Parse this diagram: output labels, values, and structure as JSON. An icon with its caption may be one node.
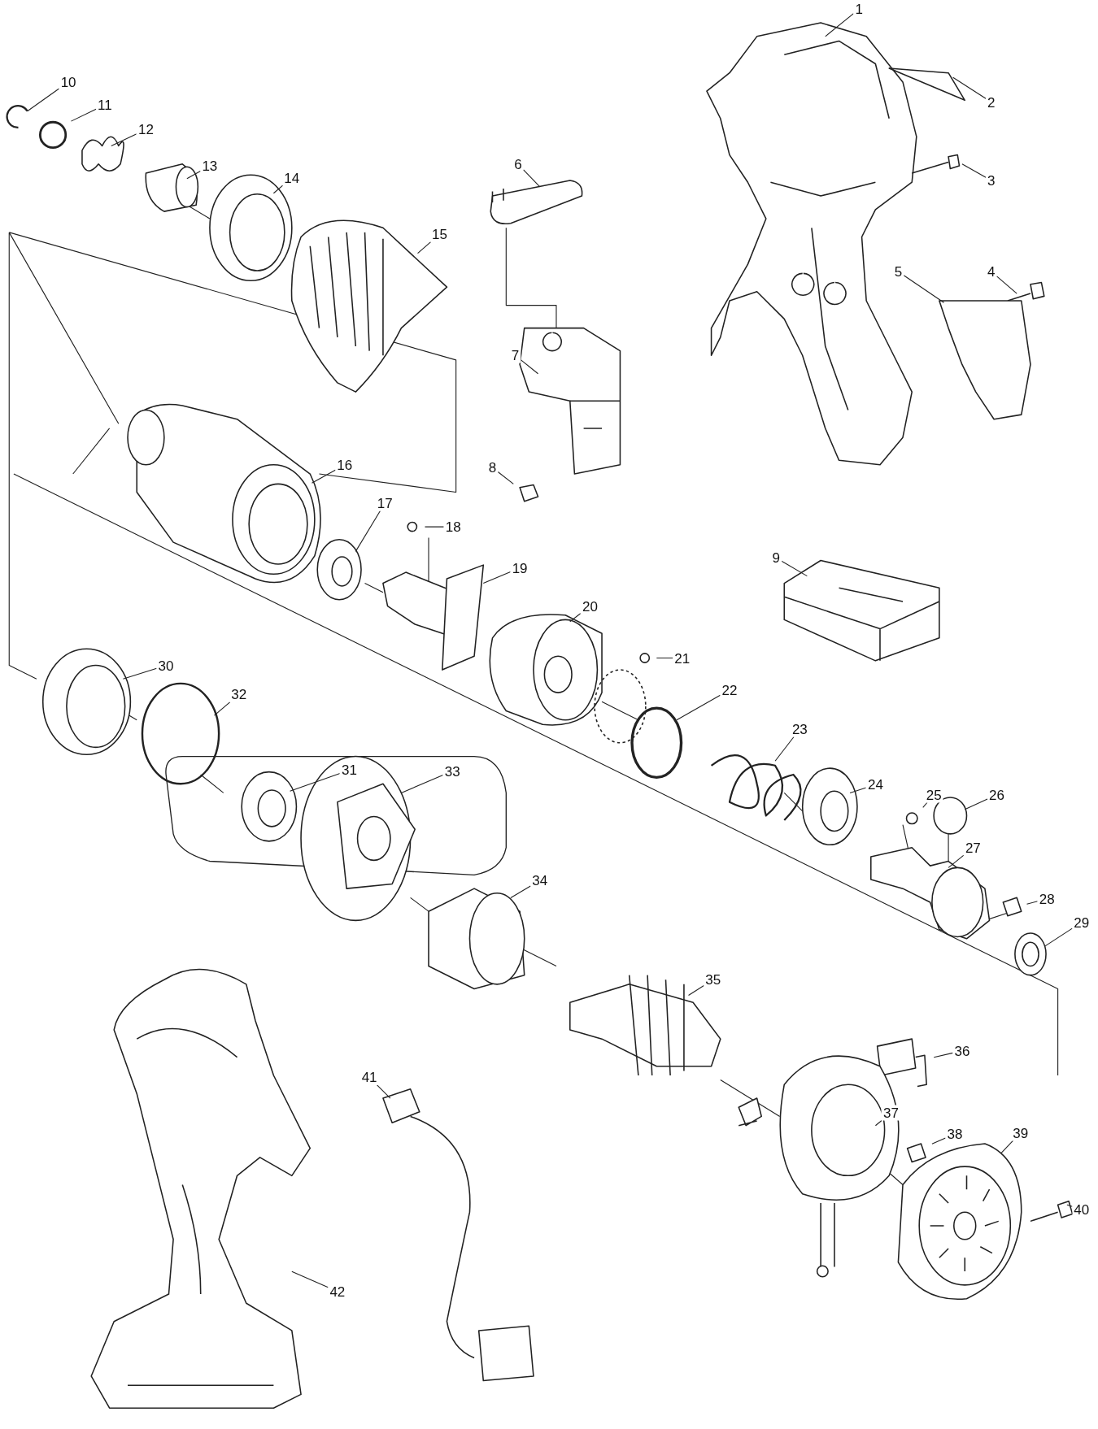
{
  "diagram": {
    "nodes": [
      {
        "text": [
          "1"
        ]
      },
      {
        "text": [
          "2"
        ]
      },
      {
        "text": [
          "3"
        ]
      },
      {
        "text": [
          "4"
        ]
      },
      {
        "text": [
          "5"
        ]
      },
      {
        "text": [
          "6"
        ]
      },
      {
        "text": [
          "7"
        ]
      },
      {
        "text": [
          "8"
        ]
      },
      {
        "text": [
          "9"
        ]
      },
      {
        "text": [
          "10"
        ]
      },
      {
        "text": [
          "11"
        ]
      },
      {
        "text": [
          "12"
        ]
      },
      {
        "text": [
          "13"
        ]
      },
      {
        "text": [
          "14"
        ]
      },
      {
        "text": [
          "15"
        ]
      },
      {
        "text": [
          "16"
        ]
      },
      {
        "text": [
          "17"
        ]
      },
      {
        "text": [
          "18"
        ]
      },
      {
        "text": [
          "19"
        ]
      },
      {
        "text": [
          "20"
        ]
      },
      {
        "text": [
          "21"
        ]
      },
      {
        "text": [
          "22"
        ]
      },
      {
        "text": [
          "23"
        ]
      },
      {
        "text": [
          "24"
        ]
      },
      {
        "text": [
          "25"
        ]
      },
      {
        "text": [
          "26"
        ]
      },
      {
        "text": [
          "27"
        ]
      },
      {
        "text": [
          "28"
        ]
      },
      {
        "text": [
          "29"
        ]
      },
      {
        "text": [
          "30"
        ]
      },
      {
        "text": [
          "31"
        ]
      },
      {
        "text": [
          "32"
        ]
      },
      {
        "text": [
          "33"
        ]
      },
      {
        "text": [
          "34"
        ]
      },
      {
        "text": [
          "35"
        ]
      },
      {
        "text": [
          "36"
        ]
      },
      {
        "text": [
          "37"
        ]
      },
      {
        "text": [
          "38"
        ]
      },
      {
        "text": [
          "39"
        ]
      },
      {
        "text": [
          "40"
        ]
      },
      {
        "text": [
          "41"
        ]
      },
      {
        "text": [
          "42"
        ]
      }
    ],
    "edges": [
      {
        "from": 0,
        "to": null,
        "arrow": "none"
      },
      {
        "from": 1,
        "to": null,
        "arrow": "none"
      },
      {
        "from": 2,
        "to": null,
        "arrow": "none"
      },
      {
        "from": 3,
        "to": null,
        "arrow": "none"
      },
      {
        "from": 4,
        "to": null,
        "arrow": "none"
      },
      {
        "from": 5,
        "to": null,
        "arrow": "none"
      },
      {
        "from": 6,
        "to": null,
        "arrow": "none"
      },
      {
        "from": 7,
        "to": null,
        "arrow": "none"
      },
      {
        "from": 8,
        "to": null,
        "arrow": "none"
      },
      {
        "from": 9,
        "to": null,
        "arrow": "none"
      },
      {
        "from": 10,
        "to": null,
        "arrow": "none"
      },
      {
        "from": 11,
        "to": null,
        "arrow": "none"
      },
      {
        "from": 12,
        "to": null,
        "arrow": "none"
      },
      {
        "from": 13,
        "to": null,
        "arrow": "none"
      },
      {
        "from": 14,
        "to": null,
        "arrow": "none"
      },
      {
        "from": 15,
        "to": null,
        "arrow": "none"
      },
      {
        "from": 16,
        "to": null,
        "arrow": "none"
      },
      {
        "from": 17,
        "to": null,
        "arrow": "none"
      },
      {
        "from": 18,
        "to": null,
        "arrow": "none"
      },
      {
        "from": 19,
        "to": null,
        "arrow": "none"
      },
      {
        "from": 20,
        "to": null,
        "arrow": "none"
      },
      {
        "from": 21,
        "to": null,
        "arrow": "none"
      },
      {
        "from": 22,
        "to": null,
        "arrow": "none"
      },
      {
        "from": 23,
        "to": null,
        "arrow": "none"
      },
      {
        "from": 24,
        "to": null,
        "arrow": "none"
      },
      {
        "from": 25,
        "to": null,
        "arrow": "none"
      },
      {
        "from": 26,
        "to": null,
        "arrow": "none"
      },
      {
        "from": 27,
        "to": null,
        "arrow": "none"
      },
      {
        "from": 28,
        "to": null,
        "arrow": "none"
      },
      {
        "from": 29,
        "to": null,
        "arrow": "none"
      },
      {
        "from": 30,
        "to": null,
        "arrow": "none"
      },
      {
        "from": 31,
        "to": null,
        "arrow": "none"
      },
      {
        "from": 32,
        "to": null,
        "arrow": "none"
      },
      {
        "from": 33,
        "to": null,
        "arrow": "none"
      },
      {
        "from": 34,
        "to": null,
        "arrow": "none"
      },
      {
        "from": 35,
        "to": null,
        "arrow": "none"
      },
      {
        "from": 36,
        "to": null,
        "arrow": "none"
      },
      {
        "from": 37,
        "to": null,
        "arrow": "none"
      },
      {
        "from": 38,
        "to": null,
        "arrow": "none"
      },
      {
        "from": 39,
        "to": null,
        "arrow": "none"
      },
      {
        "from": 40,
        "to": null,
        "arrow": "none"
      },
      {
        "from": 41,
        "to": null,
        "arrow": "none"
      }
    ]
  }
}
